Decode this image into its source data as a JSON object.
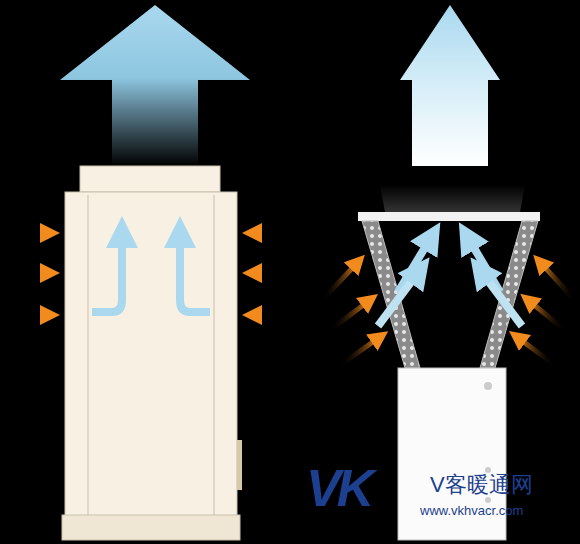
{
  "diagram": {
    "labels": [
      "VK",
      "V客暖通网",
      "www.vkhvacr.com"
    ]
  }
}
